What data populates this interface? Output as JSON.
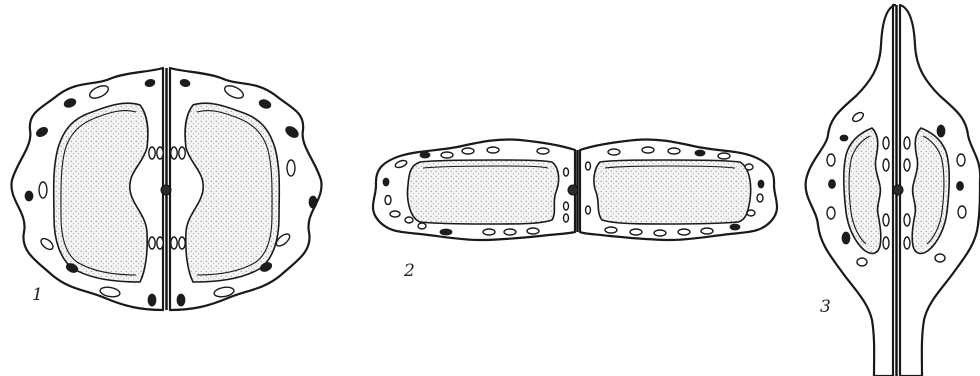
{
  "figure": {
    "panels": [
      {
        "id": "1",
        "label": "1"
      },
      {
        "id": "2",
        "label": "2"
      },
      {
        "id": "3",
        "label": "3"
      }
    ]
  }
}
